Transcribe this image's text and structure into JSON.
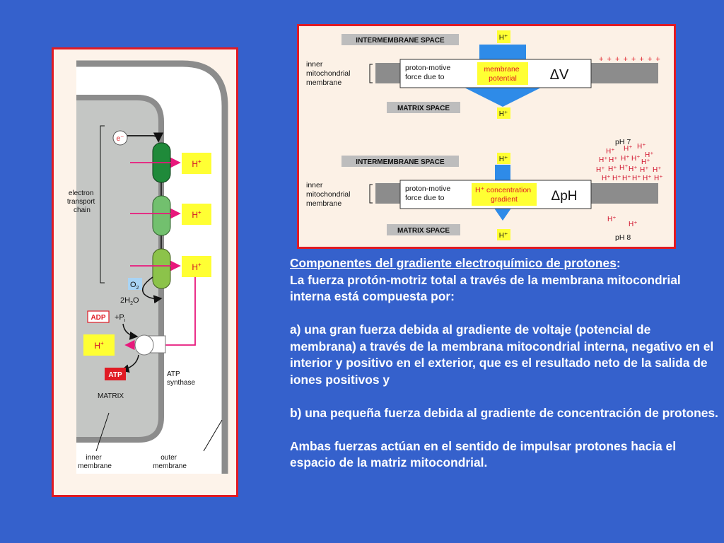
{
  "colors": {
    "background": "#3561cc",
    "panel_border": "#e01b24",
    "panel_fill": "#fdf3ea",
    "membrane_gray": "#8c8c8c",
    "matrix_gray": "#c4c6c4",
    "proton_box": "#ffff33",
    "proton_arrow": "#e8187c",
    "complex_dark": "#1f8a3a",
    "complex_mid": "#72c06e",
    "complex_light": "#8cc34a",
    "force_arrow": "#2e8be8"
  },
  "left_diagram": {
    "electron_label": "e⁻",
    "chain_label": [
      "electron",
      "transport",
      "chain"
    ],
    "protons": [
      {
        "base": "H",
        "sup": "+"
      },
      {
        "base": "H",
        "sup": "+"
      },
      {
        "base": "H",
        "sup": "+"
      },
      {
        "base": "H",
        "sup": "+"
      }
    ],
    "oxygen": {
      "base": "O",
      "sub": "2"
    },
    "water": {
      "pre": "2H",
      "sub": "2",
      "post": "O"
    },
    "adp": "ADP",
    "phosphate": {
      "pre": "+P",
      "sub": "i"
    },
    "atp": "ATP",
    "synthase_label": [
      "ATP",
      "synthase"
    ],
    "matrix_label": "MATRIX",
    "inner_membrane_label": [
      "inner",
      "membrane"
    ],
    "outer_membrane_label": [
      "outer",
      "membrane"
    ]
  },
  "right_diagram": {
    "top": {
      "intermembrane_label": "INTERMEMBRANE SPACE",
      "matrix_label": "MATRIX SPACE",
      "proton_top": "H⁺",
      "proton_bottom": "H⁺",
      "membrane_label": [
        "inner",
        "mitochondrial",
        "membrane"
      ],
      "force_label": [
        "proton-motive",
        "force due to"
      ],
      "cause_label": [
        "membrane",
        "potential"
      ],
      "symbol": "ΔV",
      "charges": "+ + + + + + + +"
    },
    "bottom": {
      "intermembrane_label": "INTERMEMBRANE SPACE",
      "matrix_label": "MATRIX SPACE",
      "proton_top": "H⁺",
      "proton_bottom": "H⁺",
      "membrane_label": [
        "inner",
        "mitochondrial",
        "membrane"
      ],
      "force_label": [
        "proton-motive",
        "force due to"
      ],
      "cause_label": [
        "H⁺ concentration",
        "gradient"
      ],
      "symbol": "ΔpH",
      "ph_high": "pH 7",
      "ph_low": "pH 8",
      "cluster_proton": "H⁺"
    }
  },
  "caption": {
    "heading": "Componentes del gradiente electroquímico de protones",
    "heading_suffix": ":",
    "intro": "La fuerza protón-motriz total a través de la membrana mitocondrial interna está compuesta por:",
    "point_a": "a) una gran fuerza debida al gradiente de voltaje (potencial de membrana) a través de la membrana mitocondrial interna, negativo en el interior y positivo en el exterior, que es el resultado neto de la salida de iones positivos y",
    "point_b": "b) una pequeña fuerza debida al gradiente de concentración de protones.",
    "conclusion": "Ambas fuerzas actúan en el sentido de impulsar protones hacia el espacio de la matriz mitocondrial."
  }
}
